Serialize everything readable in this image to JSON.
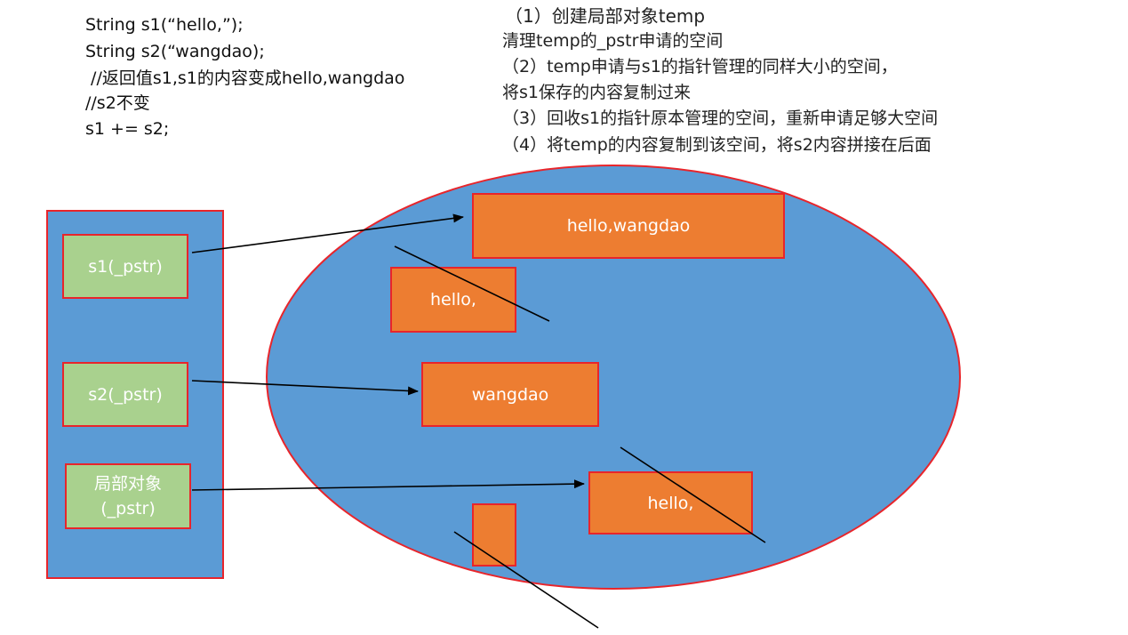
{
  "code": {
    "lines": [
      "String s1(“hello,”);",
      "String s2(“wangdao);",
      " //返回值s1,s1的内容变成hello,wangdao",
      "//s2不变",
      "s1 += s2;"
    ]
  },
  "notes": {
    "lines": [
      "（1）创建局部对象temp",
      "清理temp的_pstr申请的空间",
      "（2）temp申请与s1的指针管理的同样大小的空间，",
      "将s1保存的内容复制过来",
      "（3）回收s1的指针原本管理的空间，重新申请足够大空间",
      "（4）将temp的内容复制到该空间，将s2内容拼接在后面"
    ]
  },
  "pointers": {
    "s1": "s1(_pstr)",
    "s2": "s2(_pstr)",
    "local_line1": "局部对象",
    "local_line2": "(_pstr)"
  },
  "heap_blocks": {
    "new_s1": "hello,wangdao",
    "old_s1": "hello,",
    "s2": "wangdao",
    "temp": "hello,",
    "temp_initial": ""
  },
  "colors": {
    "stack_bg": "#5b9bd5",
    "heap_bg": "#5b9bd5",
    "border": "#e8252b",
    "pointer_box": "#a9d18e",
    "block": "#ed7d31",
    "line": "#000000"
  }
}
